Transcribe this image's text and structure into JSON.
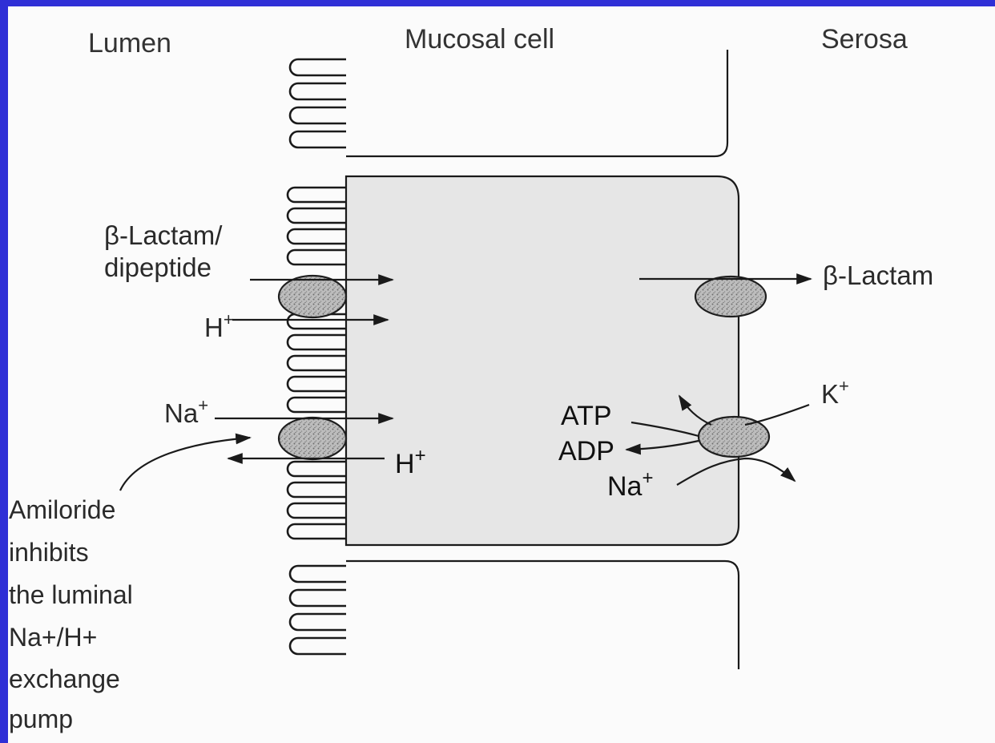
{
  "headers": {
    "lumen": "Lumen",
    "mucosal_cell": "Mucosal cell",
    "serosa": "Serosa"
  },
  "labels": {
    "beta_lactam_dipeptide_1": "β-Lactam/",
    "beta_lactam_dipeptide_2": "dipeptide",
    "h_in": "H",
    "h_in_sup": "+",
    "na_in": "Na",
    "na_in_sup": "+",
    "h_out": "H",
    "h_out_sup": "+",
    "beta_lactam_out": "β-Lactam",
    "k_plus": "K",
    "k_plus_sup": "+",
    "atp": "ATP",
    "adp": "ADP",
    "na_pump": "Na",
    "na_pump_sup": "+"
  },
  "caption": [
    "Amiloride",
    "inhibits",
    "the luminal",
    "Na+/H+",
    "exchange",
    "pump"
  ],
  "colors": {
    "border": "#2f2fd6",
    "background": "#fbfbfb",
    "cell_fill": "#e6e6e6",
    "ink": "#1a1a1a"
  }
}
